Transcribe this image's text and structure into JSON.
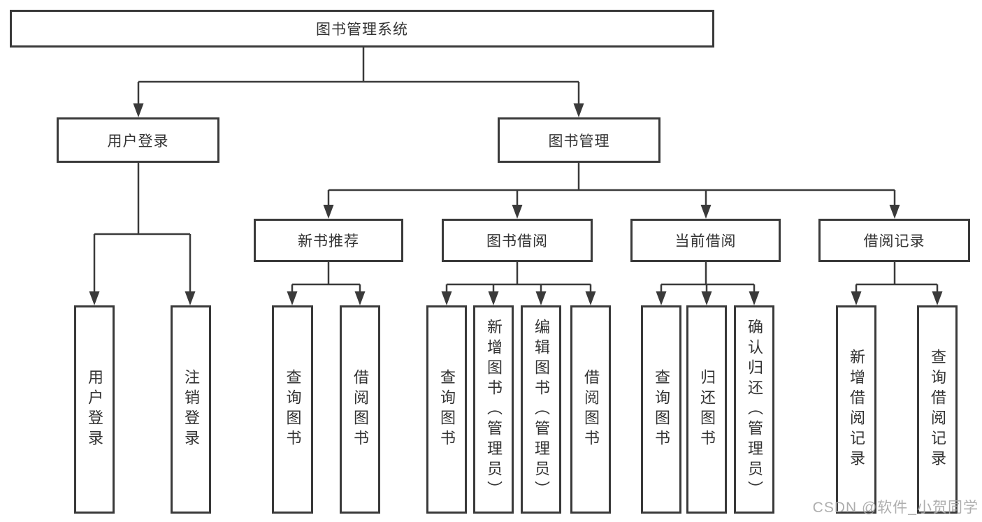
{
  "diagram": {
    "title": "图书管理系统",
    "colors": {
      "line": "#3a3a3a",
      "text": "#333333",
      "box_background": "#ffffff",
      "watermark": "#a5a5a5"
    },
    "nodes": {
      "root": "图书管理系统",
      "user_login": "用户登录",
      "book_mgmt": "图书管理",
      "new_book": "新书推荐",
      "book_borrow": "图书借阅",
      "current_borrow": "当前借阅",
      "borrow_record": "借阅记录",
      "leaf_login": "用户登录",
      "leaf_logout": "注销登录",
      "leaf_nb_query": "查询图书",
      "leaf_nb_borrow": "借阅图书",
      "leaf_bw_query": "查询图书",
      "leaf_bw_add": "新增图书（管理员）",
      "leaf_bw_edit": "编辑图书（管理员）",
      "leaf_bw_borrow": "借阅图书",
      "leaf_cb_query": "查询图书",
      "leaf_cb_return": "归还图书",
      "leaf_cb_confirm": "确认归还（管理员）",
      "leaf_rec_add": "新增借阅记录",
      "leaf_rec_query": "查询借阅记录"
    },
    "watermark": "CSDN @软件_小贺同学"
  }
}
